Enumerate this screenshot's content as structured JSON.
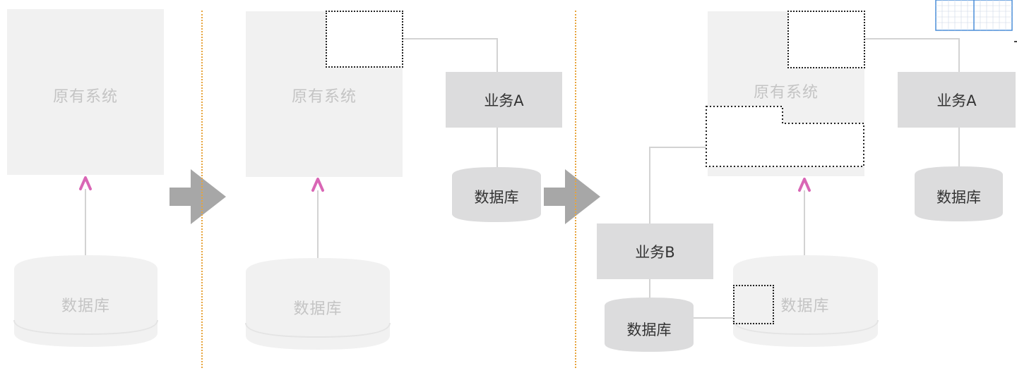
{
  "panel1": {
    "system_label": "原有系统",
    "db_label": "数据库"
  },
  "panel2": {
    "system_label": "原有系统",
    "db_label": "数据库",
    "service_a": "业务A",
    "db_a": "数据库"
  },
  "panel3": {
    "system_label": "原有系统",
    "db_label": "数据库",
    "service_a": "业务A",
    "db_a": "数据库",
    "service_b": "业务B",
    "db_b": "数据库"
  },
  "colors": {
    "legacy_fill": "#f1f1f1",
    "service_fill": "#dcdcdd",
    "arrow_gray": "#a7a7a7",
    "separator": "#e7a43c",
    "accent_arrowhead": "#d966b5",
    "grid_blue": "#4a8ed9"
  }
}
